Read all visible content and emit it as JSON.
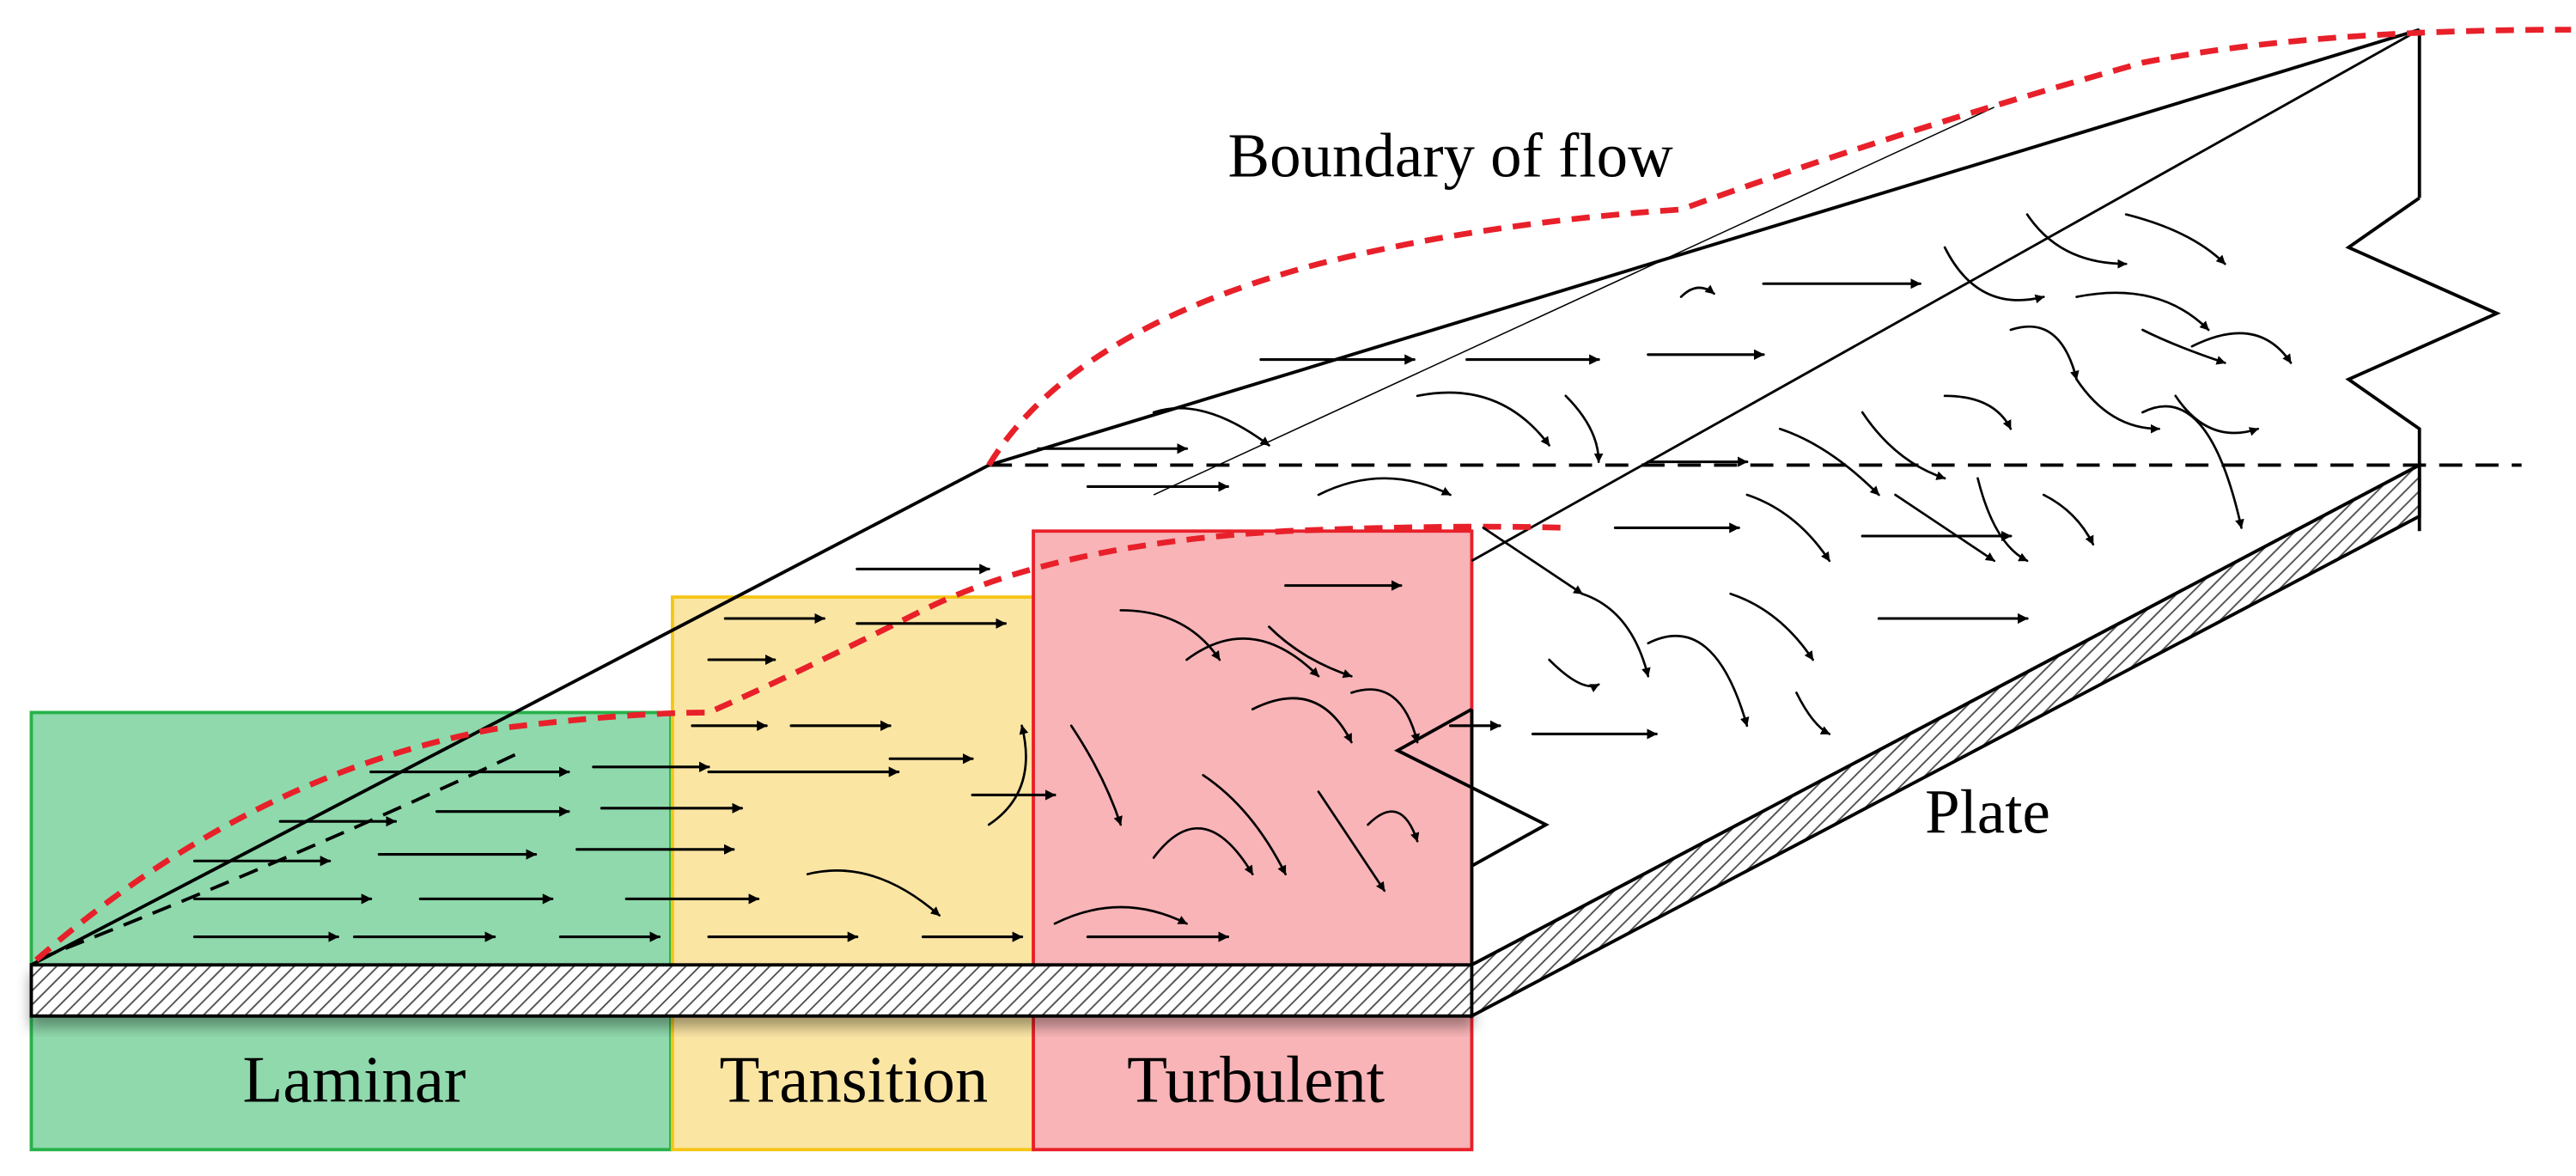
{
  "labels": {
    "boundary": "Boundary of flow",
    "plate": "Plate",
    "laminar": "Laminar",
    "transition": "Transition",
    "turbulent": "Turbulent"
  },
  "colors": {
    "laminar_fill": "#8fd9ac",
    "laminar_stroke": "#27b24a",
    "transition_fill": "#fbe5a3",
    "transition_stroke": "#f5c518",
    "turbulent_fill": "#f8b4b7",
    "turbulent_stroke": "#e8202a",
    "boundary_line": "#e8202a"
  },
  "icons": [
    "flow-arrow-icon",
    "plate-hatch"
  ]
}
